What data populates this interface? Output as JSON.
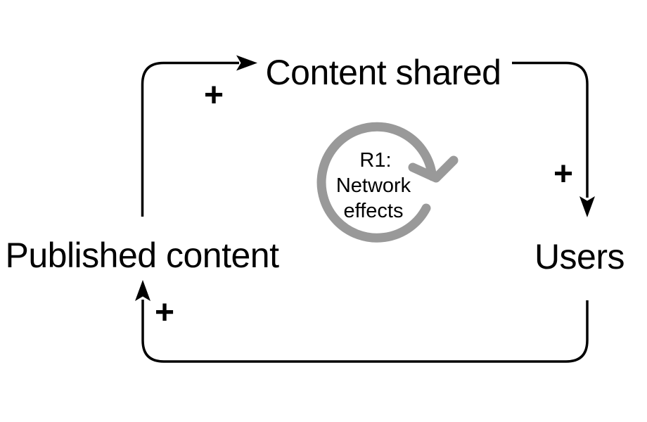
{
  "diagram": {
    "type": "causal-loop-diagram",
    "background_color": "#ffffff",
    "edge_color": "#000000",
    "loop_color": "#999999",
    "nodes": [
      {
        "id": "content-shared",
        "label": "Content shared"
      },
      {
        "id": "users",
        "label": "Users"
      },
      {
        "id": "published-content",
        "label": "Published content"
      }
    ],
    "edges": [
      {
        "from": "published-content",
        "to": "content-shared",
        "polarity": "+"
      },
      {
        "from": "content-shared",
        "to": "users",
        "polarity": "+"
      },
      {
        "from": "users",
        "to": "published-content",
        "polarity": "+"
      }
    ],
    "loop_marker": {
      "id": "R1",
      "direction": "clockwise",
      "lines": [
        "R1:",
        "Network",
        "effects"
      ]
    }
  }
}
